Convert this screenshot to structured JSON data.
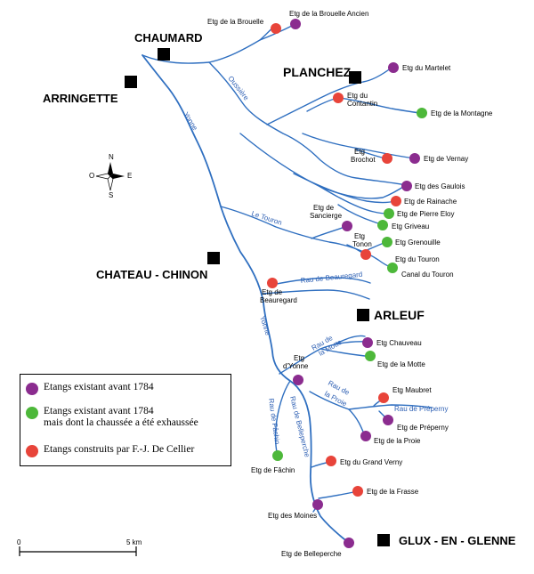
{
  "colors": {
    "existant": "#8b2c8f",
    "exhausse": "#4db83a",
    "cellier": "#e8443a",
    "river": "#2f6fc0",
    "town": "#000000"
  },
  "towns": {
    "chaumard": "CHAUMARD",
    "arringette": "ARRINGETTE",
    "planchez": "PLANCHEZ",
    "chateau_chinon": "CHATEAU - CHINON",
    "arleuf": "ARLEUF",
    "glux": "GLUX - EN - GLENNE"
  },
  "rivers": {
    "oussiere": "Oussière",
    "yonne_1": "Yonne",
    "le_touron": "Le Touron",
    "beauregard": "Rau de Beauregard",
    "yonne_2": "Yonne",
    "motte_1": "Rau de",
    "motte_2": "la Motte",
    "proie_1": "Rau de",
    "proie_2": "la Proie",
    "preperny": "Rau de Préperny",
    "fachin": "Rau de Fâchin",
    "belleperche": "Rau de Belleperche"
  },
  "etangs": {
    "brouelle": "Etg de la Brouelle",
    "brouelle_ancien": "Etg de la Brouelle Ancien",
    "martelet": "Etg du Martelet",
    "contantin_1": "Etg du",
    "contantin_2": "Contantin",
    "montagne": "Etg de la Montagne",
    "brochot_1": "Etg",
    "brochot_2": "Brochot",
    "vernay": "Etg de Vernay",
    "gaulois": "Etg des Gaulois",
    "rainache": "Etg de Rainache",
    "sancierge_1": "Etg de",
    "sancierge_2": "Sancierge",
    "pierre_eloy": "Etg de Pierre Eloy",
    "griveau": "Etg Griveau",
    "tonon_1": "Etg",
    "tonon_2": "Tonon",
    "grenouille": "Etg Grenouille",
    "du_touron": "Etg du Touron",
    "canal_touron": "Canal du Touron",
    "beauregard_1": "Etg de",
    "beauregard_2": "Beauregard",
    "chauveau": "Etg Chauveau",
    "la_motte": "Etg de la Motte",
    "yonne_1": "Etg",
    "yonne_2": "d'Yonne",
    "maubret": "Etg Maubret",
    "preperny": "Etg de Préperny",
    "la_proie": "Etg de la Proie",
    "fachin": "Etg de Fâchin",
    "grand_verny": "Etg du Grand Verny",
    "frasse": "Etg de la Frasse",
    "moines": "Etg des Moines",
    "belleperche": "Etg de Belleperche"
  },
  "legend": {
    "existant": "Etangs existant avant 1784",
    "exhausse_1": "Etangs existant avant 1784",
    "exhausse_2": "mais dont la chaussée a été exhaussée",
    "cellier": "Etangs construits par F.-J. De Cellier"
  },
  "scale": {
    "zero": "0",
    "five": "5 km"
  },
  "compass": {
    "n": "N",
    "s": "S",
    "e": "E",
    "o": "O"
  }
}
